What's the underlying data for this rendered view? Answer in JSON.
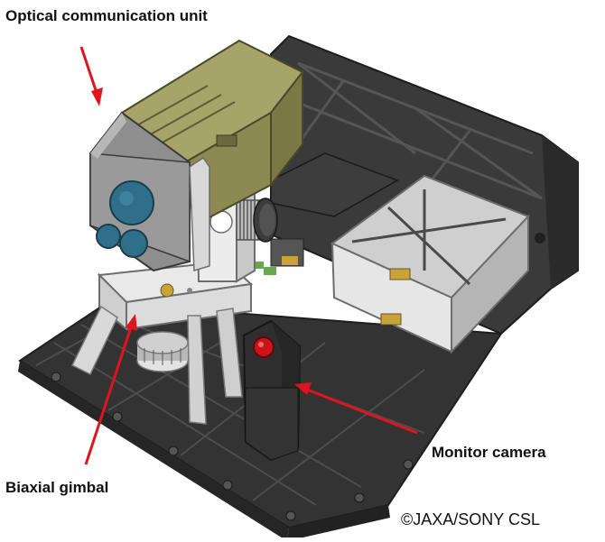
{
  "labels": {
    "optical_unit": "Optical communication unit",
    "monitor_camera": "Monitor camera",
    "gimbal": "Biaxial gimbal"
  },
  "copyright": "©JAXA/SONY CSL",
  "colors": {
    "frame": "#3c3c3c",
    "frame_dark": "#262626",
    "frame_edge": "#5a5a5a",
    "housing": "#8c8a52",
    "housing_light": "#a6a468",
    "housing_dark": "#6b6a3c",
    "lens_blue": "#2f6f8a",
    "metal": "#d8d8d8",
    "metal_dark": "#a8a8a8",
    "arrow": "#e0141e",
    "camera_red": "#c8141a",
    "connector": "#c9a23a",
    "connector_green": "#6aa84f"
  }
}
